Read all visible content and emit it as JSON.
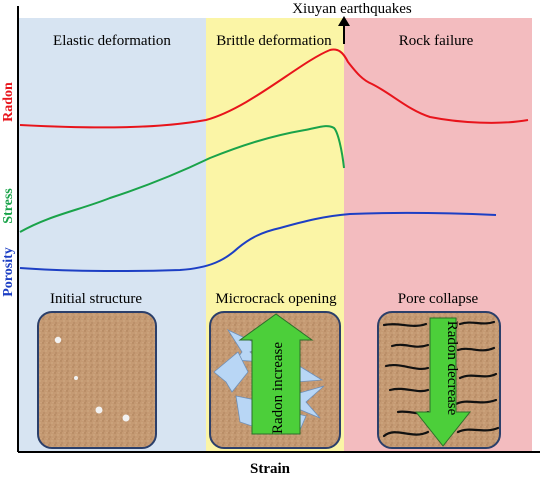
{
  "title_annotation": "Xiuyan earthquakes",
  "zones": {
    "elastic": {
      "label": "Elastic deformation",
      "color": "#d7e4f2"
    },
    "brittle": {
      "label": "Brittle deformation",
      "color": "#fbf5a6"
    },
    "failure": {
      "label": "Rock failure",
      "color": "#f3bcbf"
    }
  },
  "curves": {
    "radon": {
      "label": "Radon",
      "color": "#e8141b"
    },
    "stress": {
      "label": "Stress",
      "color": "#1aa34a"
    },
    "porosity": {
      "label": "Porosity",
      "color": "#1d3fc4"
    }
  },
  "axis": {
    "x_label": "Strain"
  },
  "panels": {
    "initial": {
      "caption": "Initial structure"
    },
    "microcrack": {
      "caption": "Microcrack opening",
      "arrow_text": "Radon increase"
    },
    "collapse": {
      "caption": "Pore collapse",
      "arrow_text": "Radon decrease"
    }
  },
  "colors": {
    "rock_fill": "#c59a73",
    "rock_border": "#2b3f6a",
    "arrow_fill": "#4ccf3a",
    "crack_fill": "#b8d6f5",
    "axis": "#000000"
  }
}
